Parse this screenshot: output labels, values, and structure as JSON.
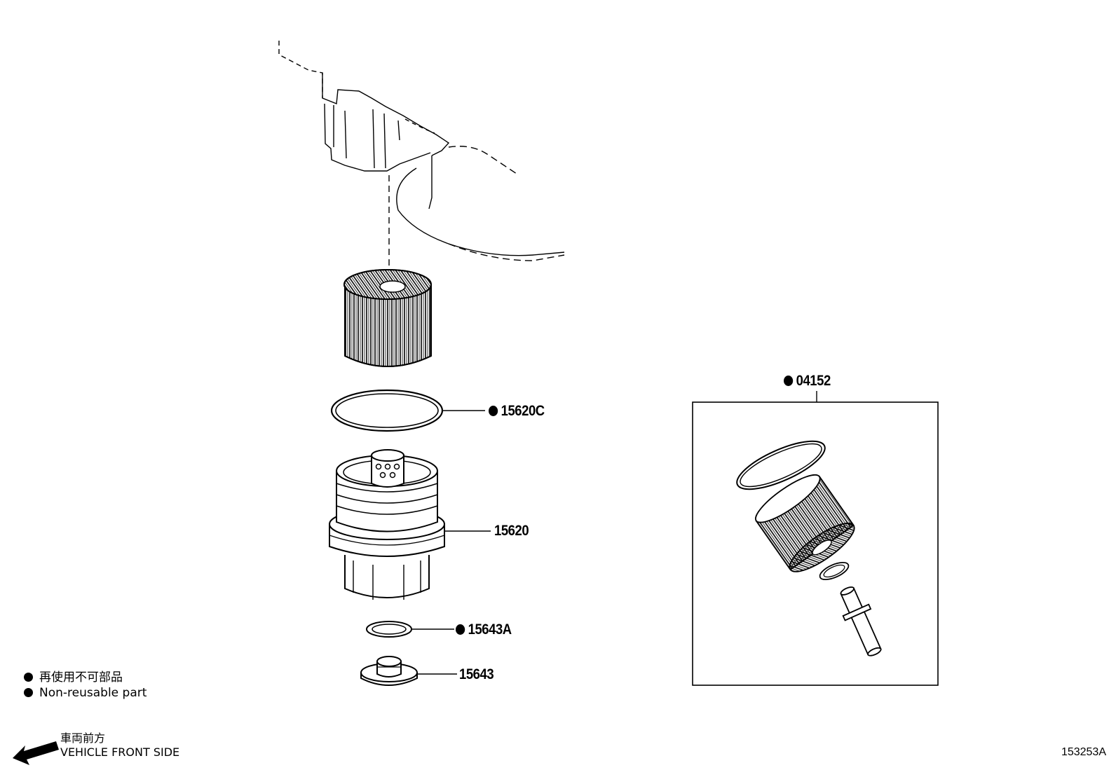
{
  "parts": {
    "o_ring_large": {
      "number": "15620C",
      "non_reusable": true
    },
    "filter_cap": {
      "number": "15620",
      "non_reusable": false
    },
    "drain_gasket": {
      "number": "15643A",
      "non_reusable": true
    },
    "drain_plug": {
      "number": "15643",
      "non_reusable": false
    },
    "element_kit": {
      "number": "04152",
      "non_reusable": true
    }
  },
  "legend": {
    "jp": "再使用不可部品",
    "en": "Non-reusable part"
  },
  "front_indicator": {
    "jp": "車両前方",
    "en": "VEHICLE FRONT SIDE"
  },
  "figure_id": "153253A",
  "icons": [
    "non-reusable-dot-icon",
    "front-arrow-icon"
  ]
}
